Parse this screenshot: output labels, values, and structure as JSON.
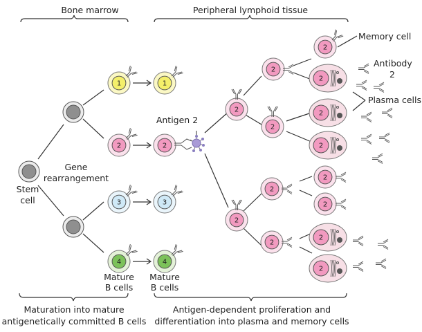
{
  "title": "B cell development and antigen-dependent proliferation",
  "sections": {
    "bone_marrow": "Bone marrow",
    "peripheral": "Peripheral lymphoid tissue",
    "maturation_line1": "Maturation into mature",
    "maturation_line2": "antigenetically committed B cells",
    "proliferation_line1": "Antigen-dependent proliferation and",
    "proliferation_line2": "differentiation into plasma and memory cells"
  },
  "labels": {
    "stem_line1": "Stem",
    "stem_line2": "cell",
    "gene_line1": "Gene",
    "gene_line2": "rearrangement",
    "mature1_line1": "Mature",
    "mature1_line2": "B cells",
    "mature2_line1": "Mature",
    "mature2_line2": "B cells",
    "antigen": "Antigen 2",
    "memory": "Memory cell",
    "antibody_line1": "Antibody",
    "antibody_line2": "2",
    "plasma": "Plasma cells"
  },
  "clones": [
    {
      "id": "1",
      "color": "#f4ef6a",
      "halo": "#fbf8c4"
    },
    {
      "id": "2",
      "color": "#f29ac0",
      "halo": "#fbe1ec"
    },
    {
      "id": "3",
      "color": "#cfe9f7",
      "halo": "#eaf5fb"
    },
    {
      "id": "4",
      "color": "#7cc25a",
      "halo": "#e4f2d8"
    }
  ],
  "colors": {
    "stem_nucleus": "#8f8f8f",
    "stem_halo": "#ececec",
    "antigen": "#a99bd6",
    "plasma_body": "#f7dfe6",
    "line": "#333333"
  }
}
